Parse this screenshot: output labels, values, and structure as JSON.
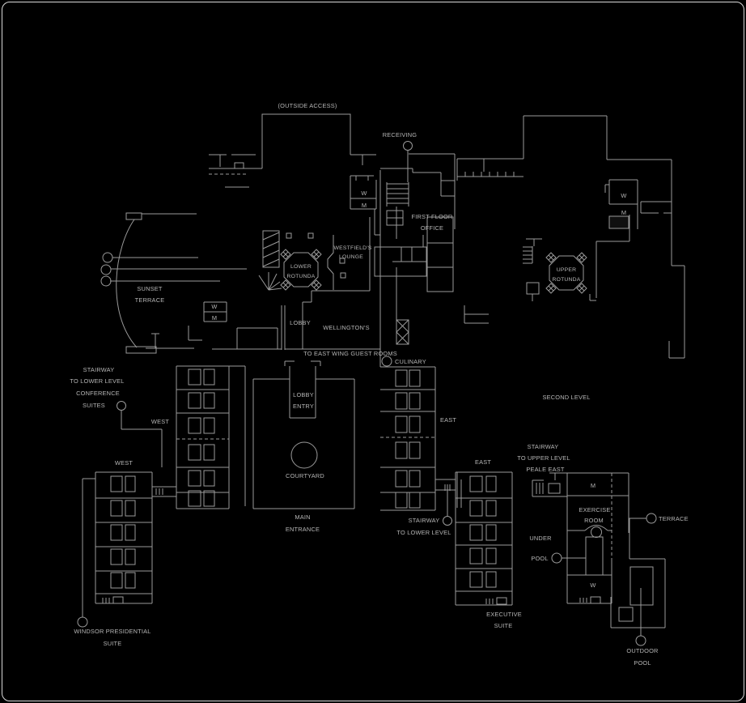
{
  "colors": {
    "background": "#000000",
    "wall_line": "#9a9a9a",
    "label_text": "#b6b6b6"
  },
  "first_floor": {
    "outside_access": "(OUTSIDE ACCESS)",
    "receiving": "RECEIVING",
    "office_line1": "FIRST FLOOR",
    "office_line2": "OFFICE",
    "women": "W",
    "men": "M",
    "westfields_line1": "WESTFIELD'S",
    "westfields_line2": "LOUNGE",
    "rotunda_line1": "LOWER",
    "rotunda_line2": "ROTUNDA",
    "sunset_line1": "SUNSET",
    "sunset_line2": "TERRACE",
    "lobby": "LOBBY",
    "wellingtons": "WELLINGTON'S",
    "to_east_wing": "TO EAST WING GUEST ROOMS",
    "culinary": "CULINARY"
  },
  "wings": {
    "west": "WEST",
    "east": "EAST",
    "stair_conf_line1": "STAIRWAY",
    "stair_conf_line2": "TO LOWER LEVEL",
    "stair_conf_line3": "CONFERENCE",
    "stair_conf_line4": "SUITES",
    "lobby_entry_line1": "LOBBY",
    "lobby_entry_line2": "ENTRY",
    "courtyard": "COURTYARD",
    "main_entrance_line1": "MAIN",
    "main_entrance_line2": "ENTRANCE",
    "stair_lower_line1": "STAIRWAY",
    "stair_lower_line2": "TO LOWER LEVEL",
    "windsor_line1": "WINDSOR PRESIDENTIAL",
    "windsor_line2": "SUITE",
    "executive_line1": "EXECUTIVE",
    "executive_line2": "SUITE"
  },
  "second_floor": {
    "second_level": "SECOND LEVEL",
    "rotunda_line1": "UPPER",
    "rotunda_line2": "ROTUNDA",
    "women": "W",
    "men": "M",
    "stair_upper_line1": "STAIRWAY",
    "stair_upper_line2": "TO UPPER LEVEL",
    "stair_upper_line3": "PEALE EAST",
    "exercise_line1": "EXERCISE",
    "exercise_line2": "ROOM",
    "terrace": "TERRACE",
    "under": "UNDER",
    "pool": "POOL",
    "outdoor_line1": "OUTDOOR",
    "outdoor_line2": "POOL"
  }
}
